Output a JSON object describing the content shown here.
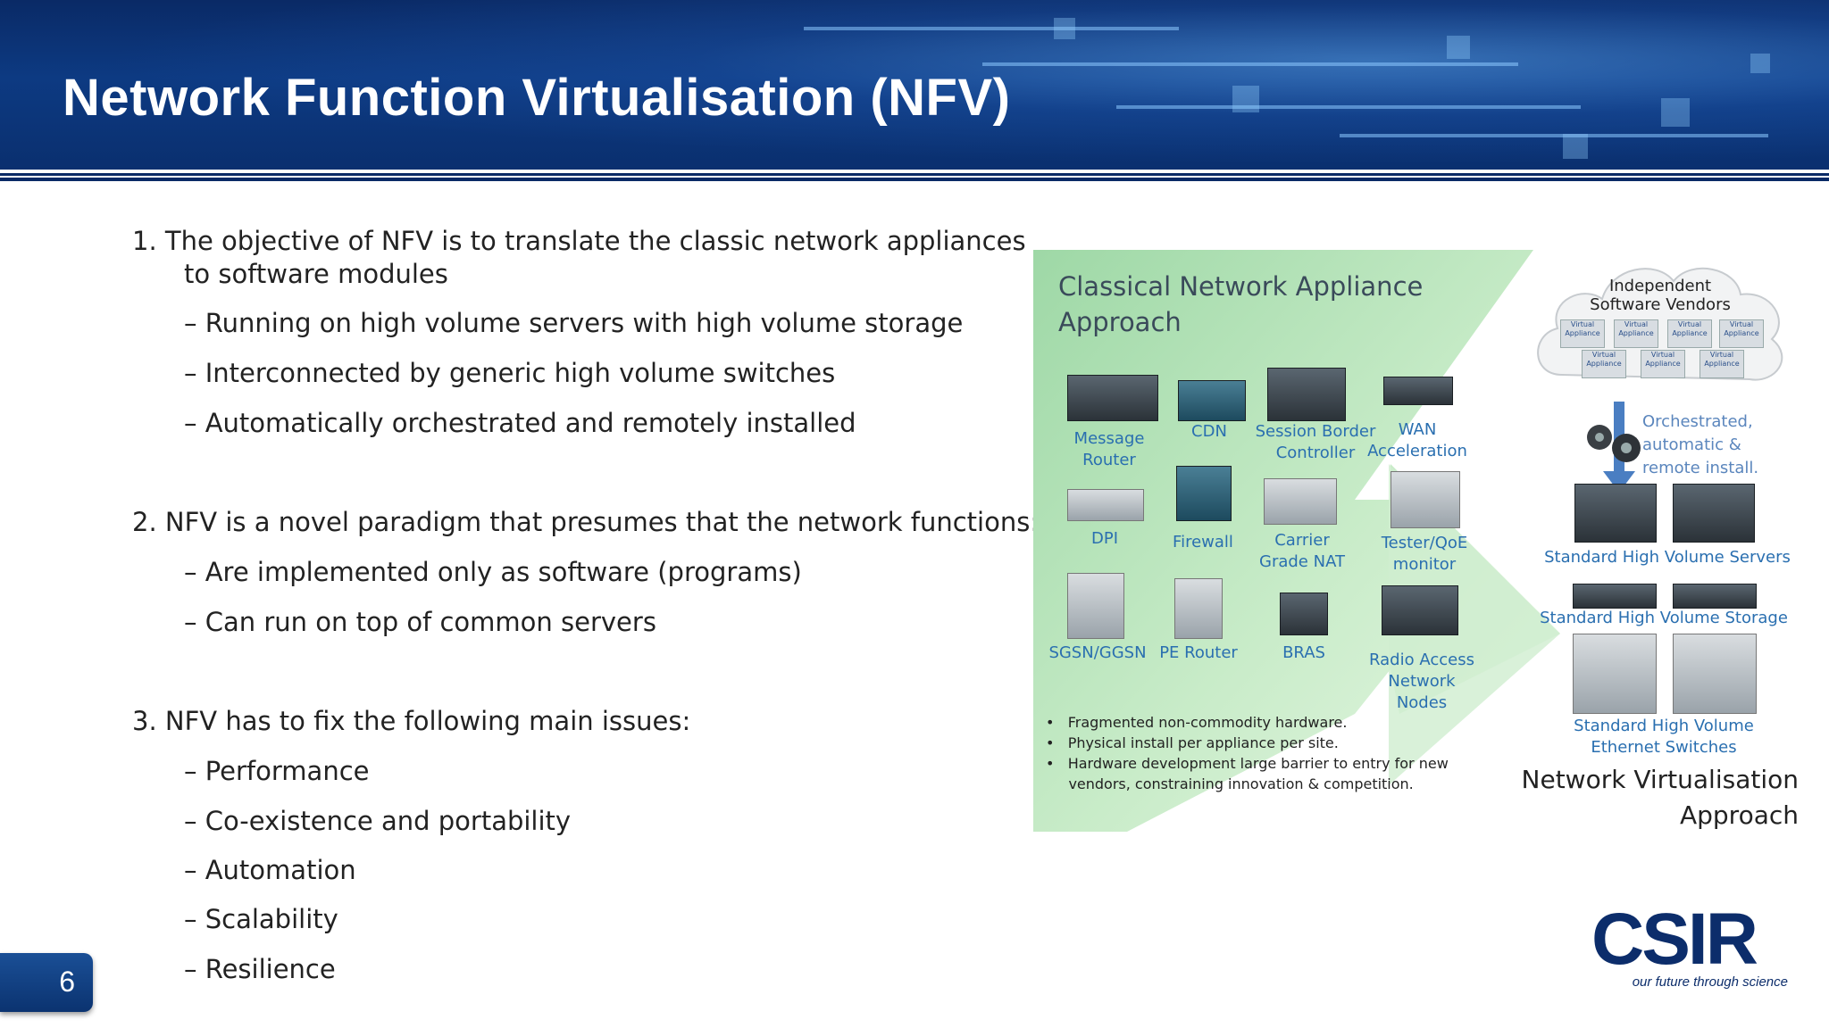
{
  "slide": {
    "title": "Network Function Virtualisation (NFV)",
    "page_number": "6"
  },
  "content": {
    "p1_line1": "1. The objective of NFV is to translate the classic network appliances",
    "p1_line2": "to software modules",
    "p1_b1": "– Running on high volume servers with high volume storage",
    "p1_b2": "– Interconnected by generic high volume switches",
    "p1_b3": "– Automatically orchestrated and remotely installed",
    "p2_line1": "2. NFV is a novel paradigm that presumes that the network functions:",
    "p2_b1": "– Are implemented only as software (programs)",
    "p2_b2": "– Can run on top of common servers",
    "p3_line1": "3. NFV has to fix the following main issues:",
    "p3_b1": "– Performance",
    "p3_b2": "– Co-existence and portability",
    "p3_b3": "– Automation",
    "p3_b4": "– Scalability",
    "p3_b5": "– Resilience"
  },
  "figure": {
    "classical_title_1": "Classical Network Appliance",
    "classical_title_2": "Approach",
    "appliances": {
      "message_router_1": "Message",
      "message_router_2": "Router",
      "cdn": "CDN",
      "sbc_1": "Session Border",
      "sbc_2": "Controller",
      "wan_1": "WAN",
      "wan_2": "Acceleration",
      "dpi": "DPI",
      "firewall": "Firewall",
      "cgnat_1": "Carrier",
      "cgnat_2": "Grade NAT",
      "tester_1": "Tester/QoE",
      "tester_2": "monitor",
      "sgsn": "SGSN/GGSN",
      "pe_router": "PE Router",
      "bras": "BRAS",
      "ran_1": "Radio Access",
      "ran_2": "Network Nodes"
    },
    "bullets": [
      "Fragmented non-commodity hardware.",
      "Physical install per appliance per site.",
      "Hardware development large barrier to entry for new",
      "vendors, constraining innovation & competition."
    ],
    "isv_1": "Independent",
    "isv_2": "Software Vendors",
    "virtual_appliance_1": "Virtual",
    "virtual_appliance_2": "Appliance",
    "orch_1": "Orchestrated,",
    "orch_2": "automatic &",
    "orch_3": "remote install.",
    "servers": "Standard High Volume Servers",
    "storage": "Standard High Volume Storage",
    "switches_1": "Standard High Volume",
    "switches_2": "Ethernet Switches",
    "nv_title_1": "Network Virtualisation",
    "nv_title_2": "Approach"
  },
  "logo": {
    "name": "CSIR",
    "tagline": "our future through science"
  },
  "colors": {
    "header_blue": "#0a2a66",
    "label_blue": "#2a6fb0",
    "green_panel": "#8fd39a",
    "logo_blue": "#0c2d6b"
  }
}
